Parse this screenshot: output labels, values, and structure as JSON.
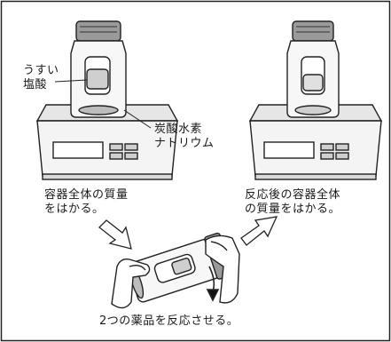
{
  "labels": {
    "dilute_line1": "うすい",
    "dilute_line2": "塩酸",
    "bicarb_line1": "炭酸水素",
    "bicarb_line2": "ナトリウム",
    "step1_line1": "容器全体の質量",
    "step1_line2": "をはかる。",
    "step3_line1": "反応後の容器全体",
    "step3_line2": "の質量をはかる。",
    "step2": "2つの薬品を反応させる。"
  },
  "colors": {
    "line": "#222222",
    "fill_light": "#f2f2f2",
    "fill_mid": "#d9d9d9",
    "fill_dark": "#8c8c8c"
  }
}
